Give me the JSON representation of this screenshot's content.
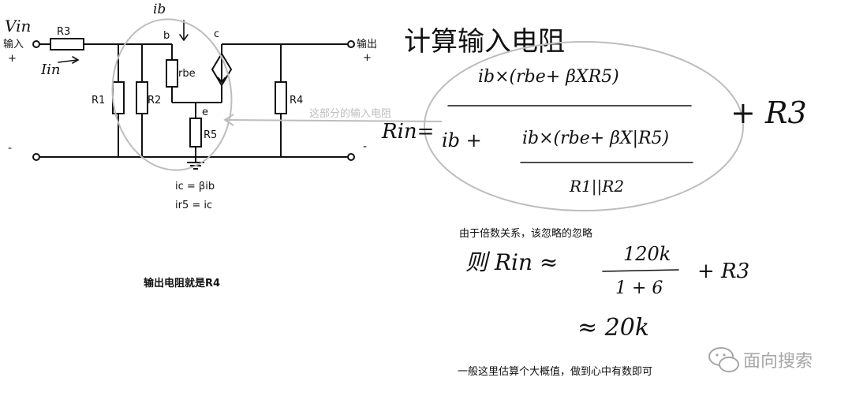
{
  "circuit": {
    "vin_label": "Vin",
    "input_label": "输入",
    "output_label": "输出",
    "plus": "+",
    "minus": "-",
    "iin_label": "Iin",
    "ib_label": "ib",
    "node_b": "b",
    "node_c": "c",
    "node_e": "e",
    "r1": "R1",
    "r2": "R2",
    "r3": "R3",
    "r4": "R4",
    "r5": "R5",
    "rbe": "rbe",
    "eq_ic": "ic = βib",
    "eq_ir5": "ir5 = ic",
    "arrow_note": "这部分的输入电阻",
    "output_resistance_note": "输出电阻就是R4"
  },
  "formula": {
    "title": "计算输入电阻",
    "rin": "Rin=",
    "numerator": "ib×(rbe+ βXR5)",
    "denominator_left": "ib +",
    "inner_numerator": "ib×(rbe+ βX|R5)",
    "inner_denominator": "R1||R2",
    "plus_r3": "+ R3",
    "note_multiplier": "由于倍数关系，该忽略的忽略",
    "approx_prefix": "则 Rin ≈",
    "approx_numerator": "120k",
    "approx_denominator": "1 + 6",
    "approx_plus_r3": "+ R3",
    "approx_result": "≈ 20k",
    "estimate_note": "一般这里估算个大概值，做到心中有数即可"
  },
  "watermark": {
    "text": "面向搜索"
  }
}
